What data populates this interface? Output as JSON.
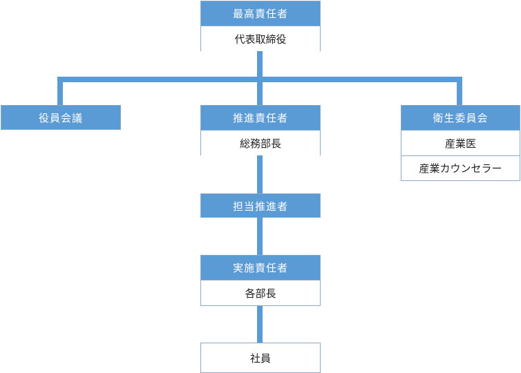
{
  "colors": {
    "accent": "#5b9bd5",
    "border": "#8da9c4",
    "text_on_accent": "#ffffff"
  },
  "top": {
    "title": "最高責任者",
    "sub": "代表取締役"
  },
  "left": {
    "title": "役員会議"
  },
  "center": {
    "title": "推進責任者",
    "sub": "総務部長"
  },
  "right": {
    "title": "衛生委員会",
    "sub1": "産業医",
    "sub2": "産業カウンセラー"
  },
  "promoter": {
    "title": "担当推進者"
  },
  "implementer": {
    "title": "実施責任者",
    "sub": "各部長"
  },
  "staff": {
    "title": "社員"
  }
}
